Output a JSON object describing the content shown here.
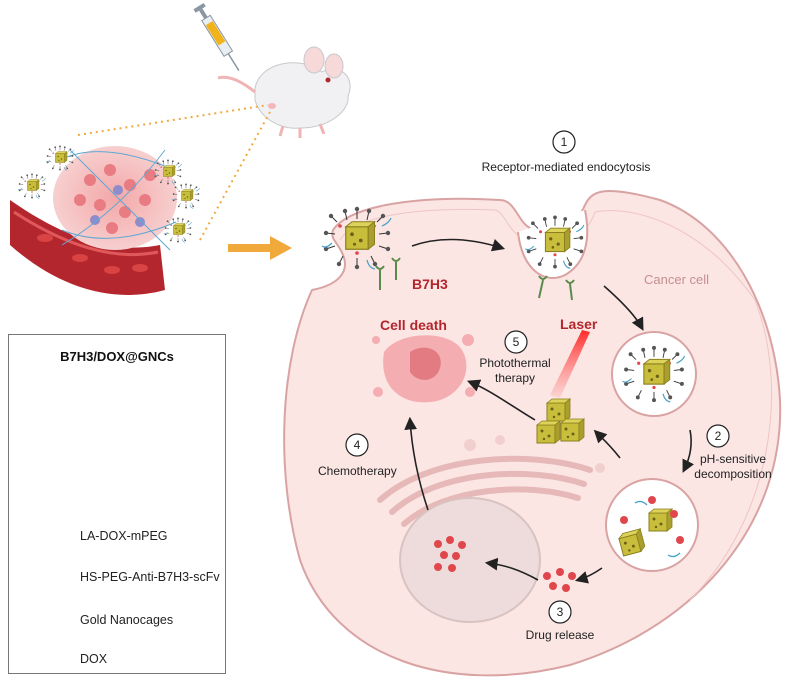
{
  "title_labels": {
    "receptor_endocytosis": "Receptor-mediated endocytosis",
    "b7h3": "B7H3",
    "cancer_cell": "Cancer cell",
    "cell_death": "Cell death",
    "laser": "Laser",
    "photothermal_therapy_line1": "Photothermal",
    "photothermal_therapy_line2": "therapy",
    "ph_sensitive_line1": "pH-sensitive",
    "ph_sensitive_line2": "decomposition",
    "chemotherapy": "Chemotherapy",
    "drug_release": "Drug release"
  },
  "steps": [
    "1",
    "2",
    "3",
    "4",
    "5"
  ],
  "legend": {
    "title": "B7H3/DOX@GNCs",
    "items": [
      {
        "label": "LA-DOX-mPEG",
        "icon": "la-dox-mpeg-icon"
      },
      {
        "label": "HS-PEG-Anti-B7H3-scFv",
        "icon": "hs-peg-antibody-icon"
      },
      {
        "label": "Gold Nanocages",
        "icon": "gold-nanocage-icon"
      },
      {
        "label": "DOX",
        "icon": "dox-icon"
      }
    ]
  },
  "colors": {
    "cell_fill": "#fbe6e4",
    "cell_stroke": "#d9a3a3",
    "dox_red": "#e0474c",
    "gold": "#c9bd3c",
    "arrow_orange": "#f2a93b",
    "label_red": "#b3262d"
  }
}
